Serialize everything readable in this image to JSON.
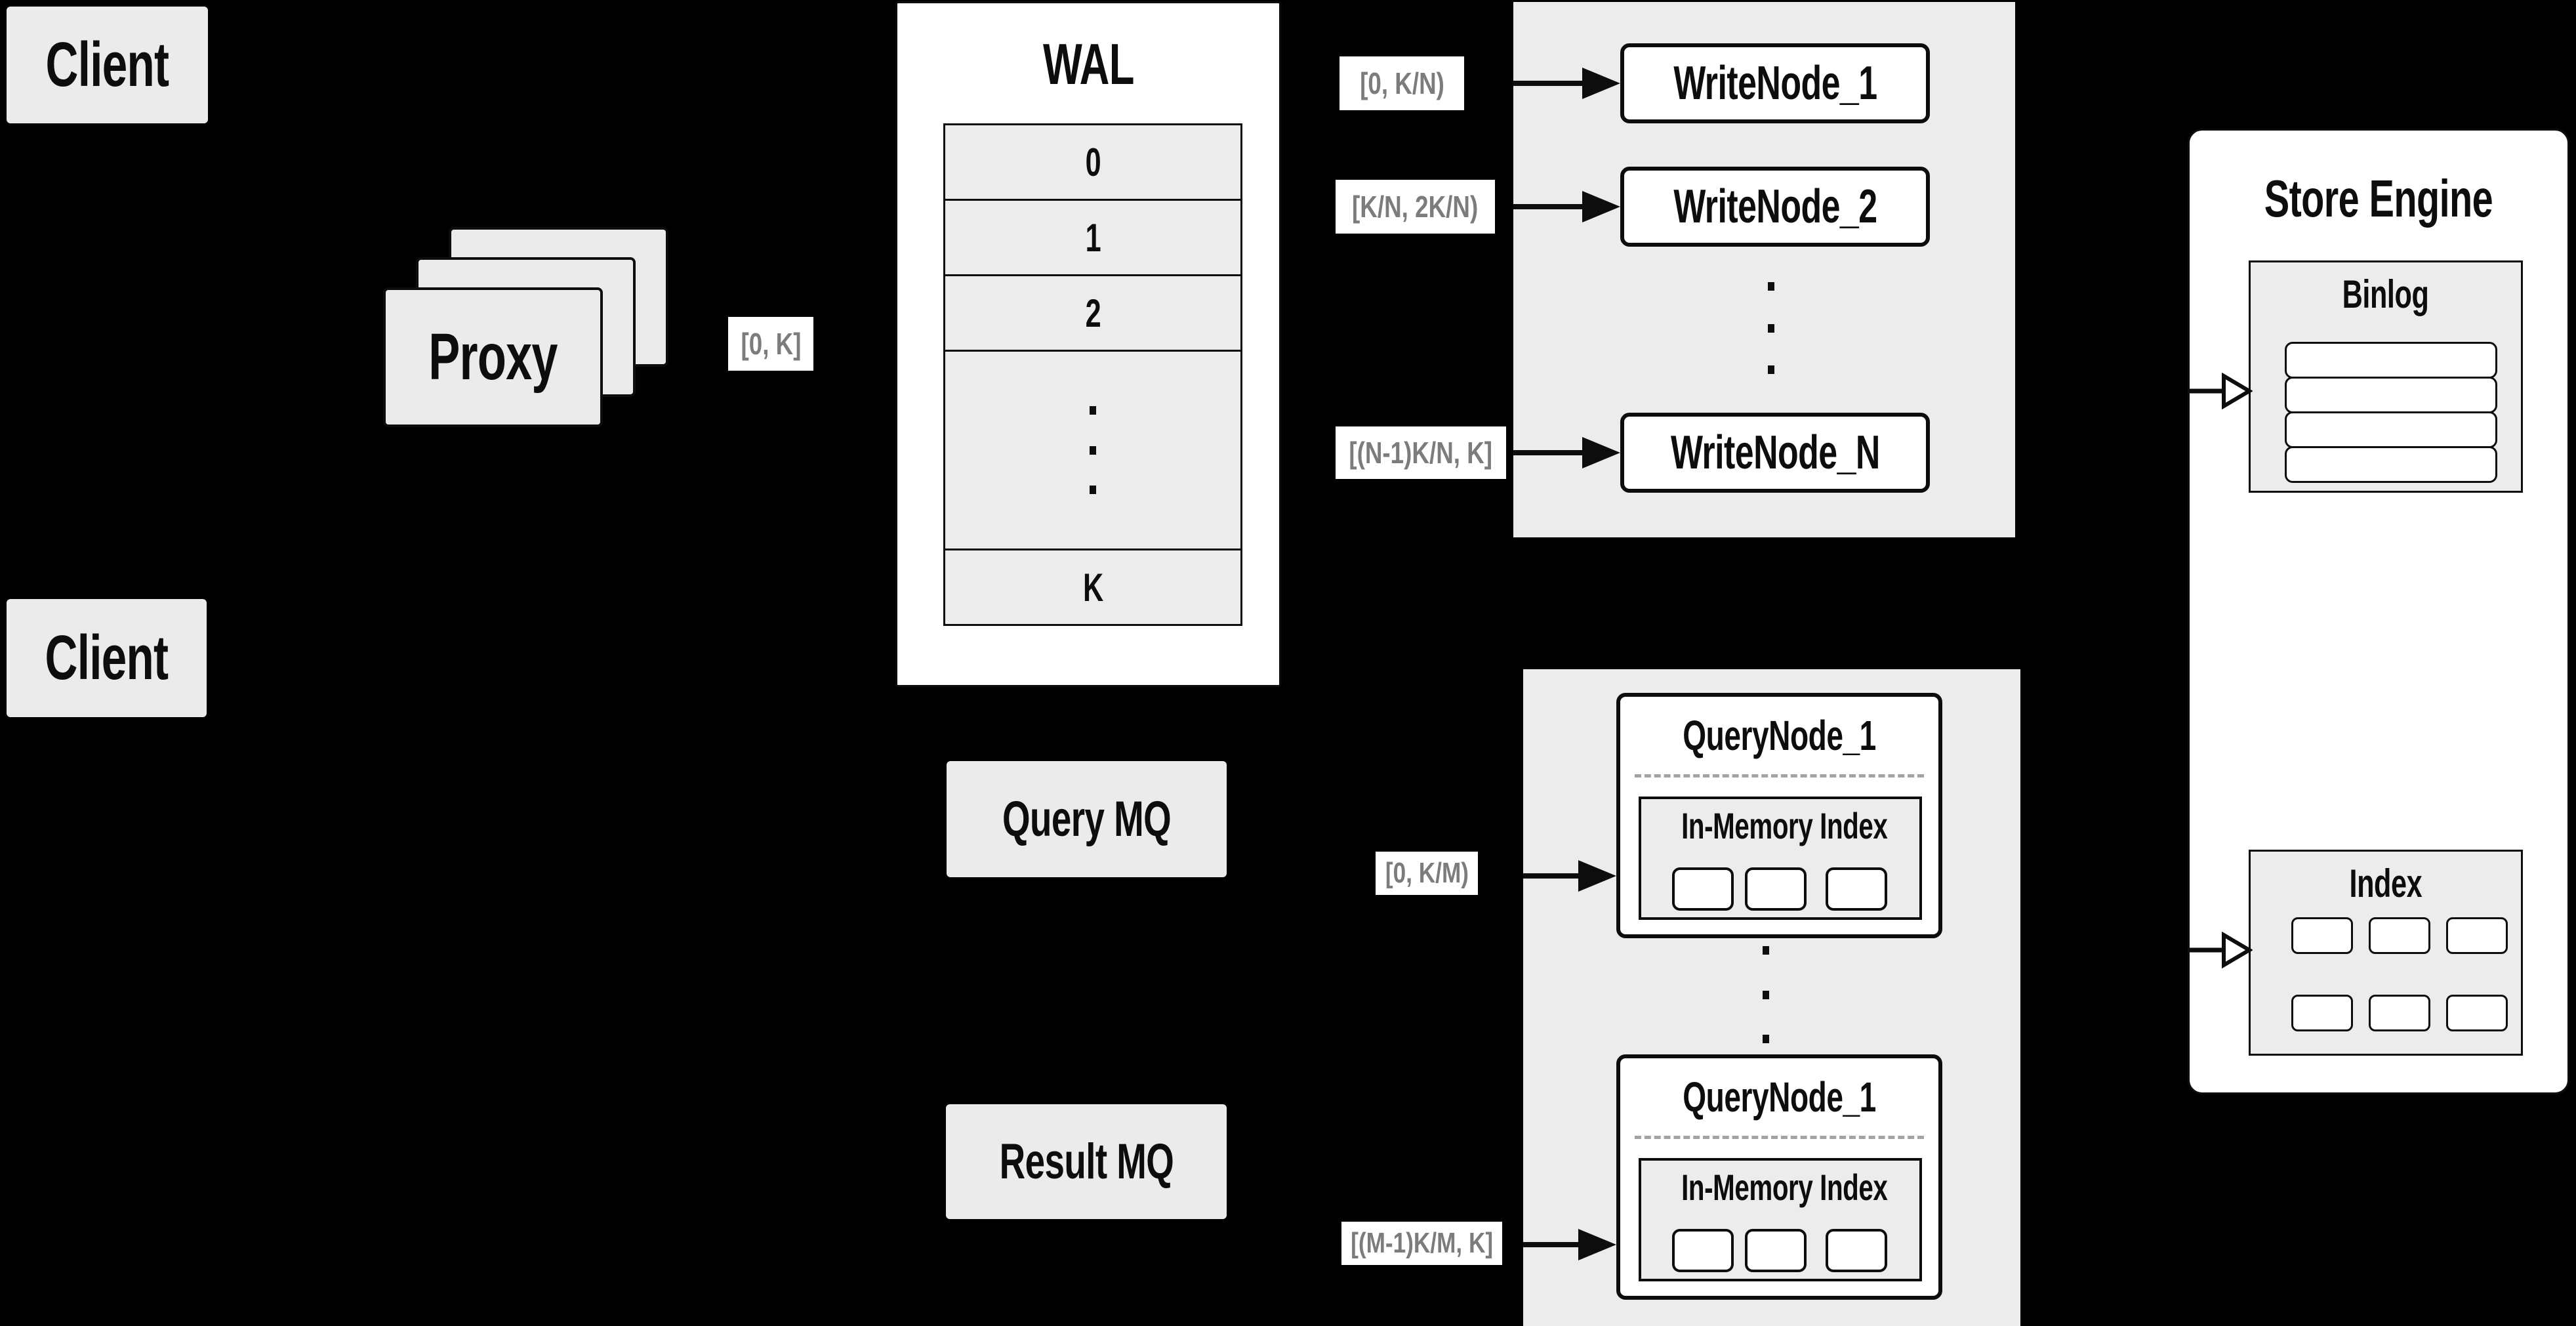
{
  "diagram": {
    "clients": [
      {
        "label": "Client"
      },
      {
        "label": "Client"
      }
    ],
    "proxy": {
      "label": "Proxy"
    },
    "wal": {
      "title": "WAL",
      "rows": [
        "0",
        "1",
        "2"
      ],
      "last_row": "K"
    },
    "write_group": {
      "nodes": [
        "WriteNode_1",
        "WriteNode_2"
      ],
      "last_node": "WriteNode_N"
    },
    "query_group": {
      "nodes": [
        {
          "title": "QueryNode_1",
          "inner_title": "In-Memory Index"
        },
        {
          "title": "QueryNode_1",
          "inner_title": "In-Memory Index"
        }
      ]
    },
    "mq": {
      "query_label": "Query MQ",
      "result_label": "Result MQ"
    },
    "store": {
      "title": "Store Engine",
      "binlog_title": "Binlog",
      "index_title": "Index"
    },
    "edge_labels": {
      "proxy_to_wal": "[0, K]",
      "wal_to_write_1": "[0, K/N)",
      "wal_to_write_2": "[K/N, 2K/N)",
      "wal_to_write_n": "[(N-1)K/N, K]",
      "mq_to_query_1": "[0, K/M)",
      "mq_to_query_2": "[(M-1)K/M, K]"
    },
    "colors": {
      "background": "#000000",
      "panel_gray": "#ececec",
      "box_gray": "#ebebeb",
      "node_white": "#ffffff",
      "border_black": "#0d0d0d",
      "edge_label_text": "#7c7c7c"
    }
  }
}
